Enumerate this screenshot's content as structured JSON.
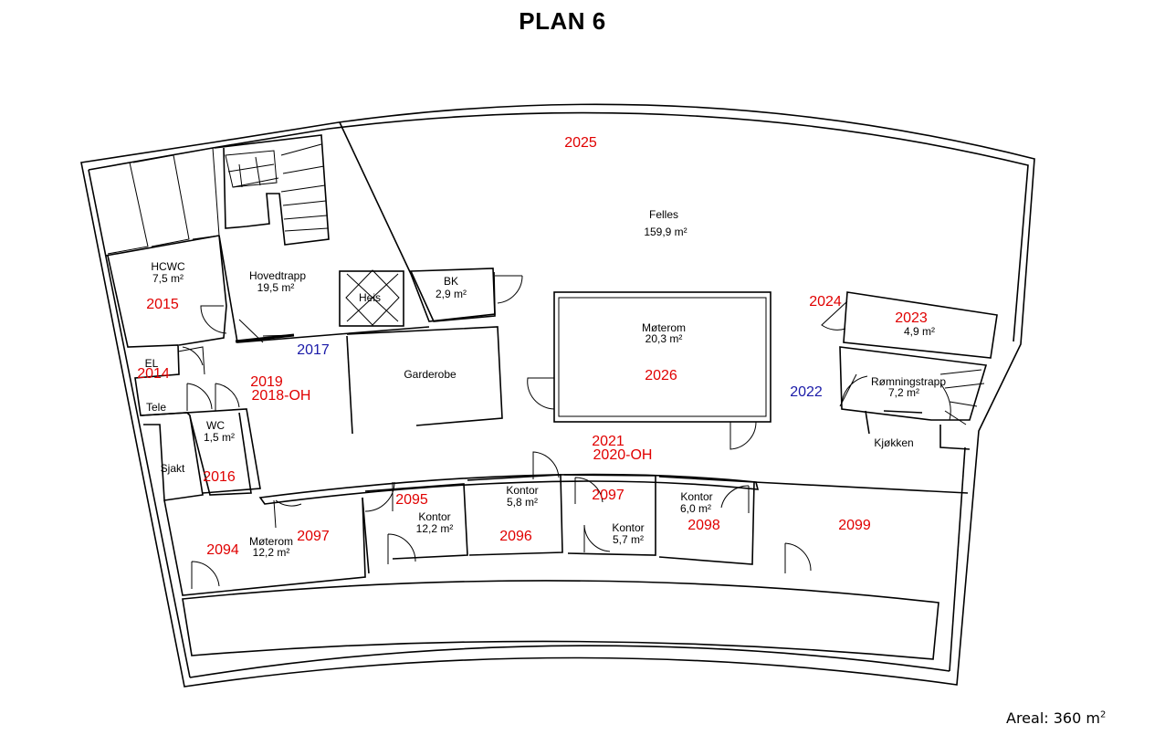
{
  "title": "PLAN 6",
  "footer": {
    "label": "Areal: 360 m",
    "sup": "2"
  },
  "colors": {
    "room_number": "#e00000",
    "corridor_number": "#1a1aa8",
    "walls": "#000000"
  },
  "rooms": [
    {
      "id": "felles",
      "name": "Felles",
      "area": "159,9 m²"
    },
    {
      "id": "hcwc",
      "name": "HCWC",
      "area": "7,5 m²"
    },
    {
      "id": "hovedtrapp",
      "name": "Hovedtrapp",
      "area": "19,5 m²"
    },
    {
      "id": "heis",
      "name": "Heis"
    },
    {
      "id": "bk",
      "name": "BK",
      "area": "2,9 m²"
    },
    {
      "id": "moterom-large",
      "name": "Møterom",
      "area": "20,3 m²"
    },
    {
      "id": "room-2023",
      "area": "4,9 m²"
    },
    {
      "id": "romningstrapp",
      "name": "Rømningstrapp",
      "area": "7,2 m²"
    },
    {
      "id": "garderobe",
      "name": "Garderobe"
    },
    {
      "id": "el",
      "name": "EL"
    },
    {
      "id": "tele",
      "name": "Tele"
    },
    {
      "id": "wc",
      "name": "WC",
      "area": "1,5 m²"
    },
    {
      "id": "sjakt",
      "name": "Sjakt"
    },
    {
      "id": "kjokken",
      "name": "Kjøkken"
    },
    {
      "id": "kontor-2096",
      "name": "Kontor",
      "area": "5,8 m²"
    },
    {
      "id": "kontor-2095",
      "name": "Kontor",
      "area": "12,2 m²"
    },
    {
      "id": "kontor-2097",
      "name": "Kontor",
      "area": "5,7 m²"
    },
    {
      "id": "kontor-2098",
      "name": "Kontor",
      "area": "6,0 m²"
    },
    {
      "id": "moterom-small",
      "name": "Møterom",
      "area": "12,2 m²"
    }
  ],
  "room_numbers": [
    {
      "id": "n2025",
      "text": "2025",
      "kind": "room"
    },
    {
      "id": "n2024",
      "text": "2024",
      "kind": "room"
    },
    {
      "id": "n2023",
      "text": "2023",
      "kind": "room"
    },
    {
      "id": "n2015",
      "text": "2015",
      "kind": "room"
    },
    {
      "id": "n2017",
      "text": "2017",
      "kind": "corridor"
    },
    {
      "id": "n2014",
      "text": "2014",
      "kind": "room"
    },
    {
      "id": "n2019",
      "text": "2019",
      "kind": "room"
    },
    {
      "id": "n2018",
      "text": "2018-OH",
      "kind": "room"
    },
    {
      "id": "n2026",
      "text": "2026",
      "kind": "room"
    },
    {
      "id": "n2022",
      "text": "2022",
      "kind": "corridor"
    },
    {
      "id": "n2016",
      "text": "2016",
      "kind": "room"
    },
    {
      "id": "n2021",
      "text": "2021",
      "kind": "room"
    },
    {
      "id": "n2020",
      "text": "2020-OH",
      "kind": "room"
    },
    {
      "id": "n2095",
      "text": "2095",
      "kind": "room"
    },
    {
      "id": "n2097a",
      "text": "2097",
      "kind": "room"
    },
    {
      "id": "n2097b",
      "text": "2097",
      "kind": "room"
    },
    {
      "id": "n2096",
      "text": "2096",
      "kind": "room"
    },
    {
      "id": "n2098",
      "text": "2098",
      "kind": "room"
    },
    {
      "id": "n2099",
      "text": "2099",
      "kind": "room"
    },
    {
      "id": "n2094",
      "text": "2094",
      "kind": "room"
    }
  ]
}
